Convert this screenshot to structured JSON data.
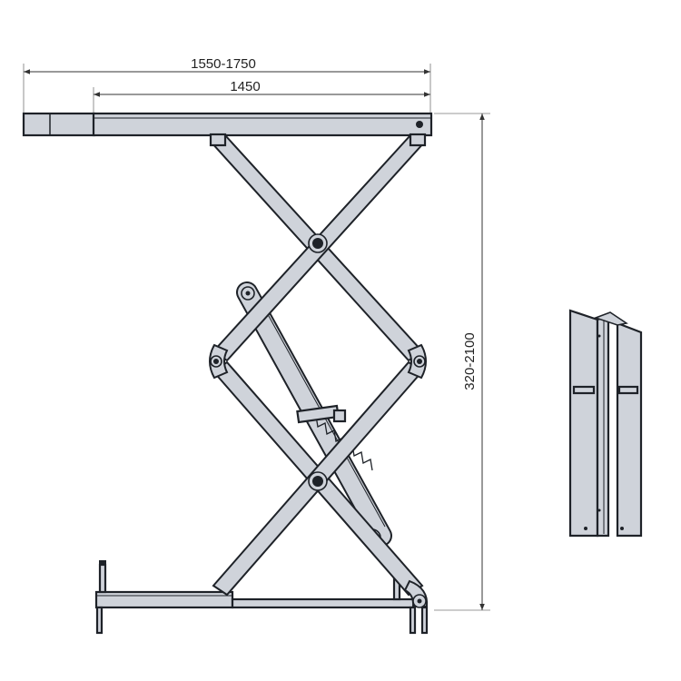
{
  "diagram": {
    "dimensions": {
      "overall_length": "1550-1750",
      "platform_length": "1450",
      "lift_height": "320-2100"
    }
  }
}
